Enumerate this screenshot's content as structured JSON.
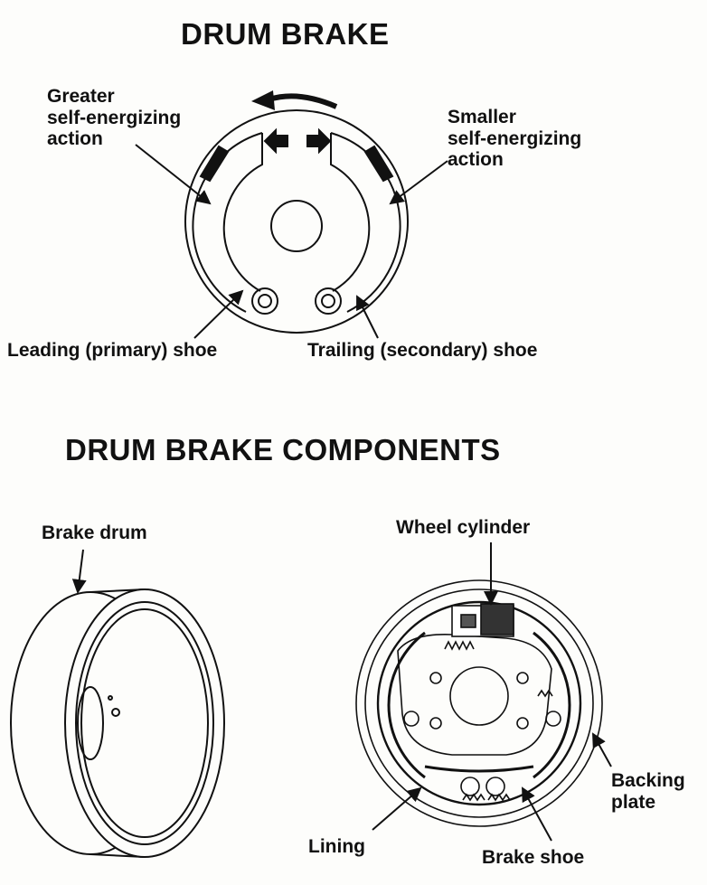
{
  "diagram1": {
    "title": "DRUM BRAKE",
    "labels": {
      "greater": [
        "Greater",
        "self-energizing",
        "action"
      ],
      "smaller": [
        "Smaller",
        "self-energizing",
        "action"
      ],
      "leading": "Leading (primary) shoe",
      "trailing": "Trailing (secondary) shoe"
    }
  },
  "diagram2": {
    "title": "DRUM BRAKE COMPONENTS",
    "labels": {
      "brake_drum": "Brake drum",
      "wheel_cylinder": "Wheel cylinder",
      "backing_plate": [
        "Backing",
        "plate"
      ],
      "lining": "Lining",
      "brake_shoe": "Brake shoe"
    }
  }
}
